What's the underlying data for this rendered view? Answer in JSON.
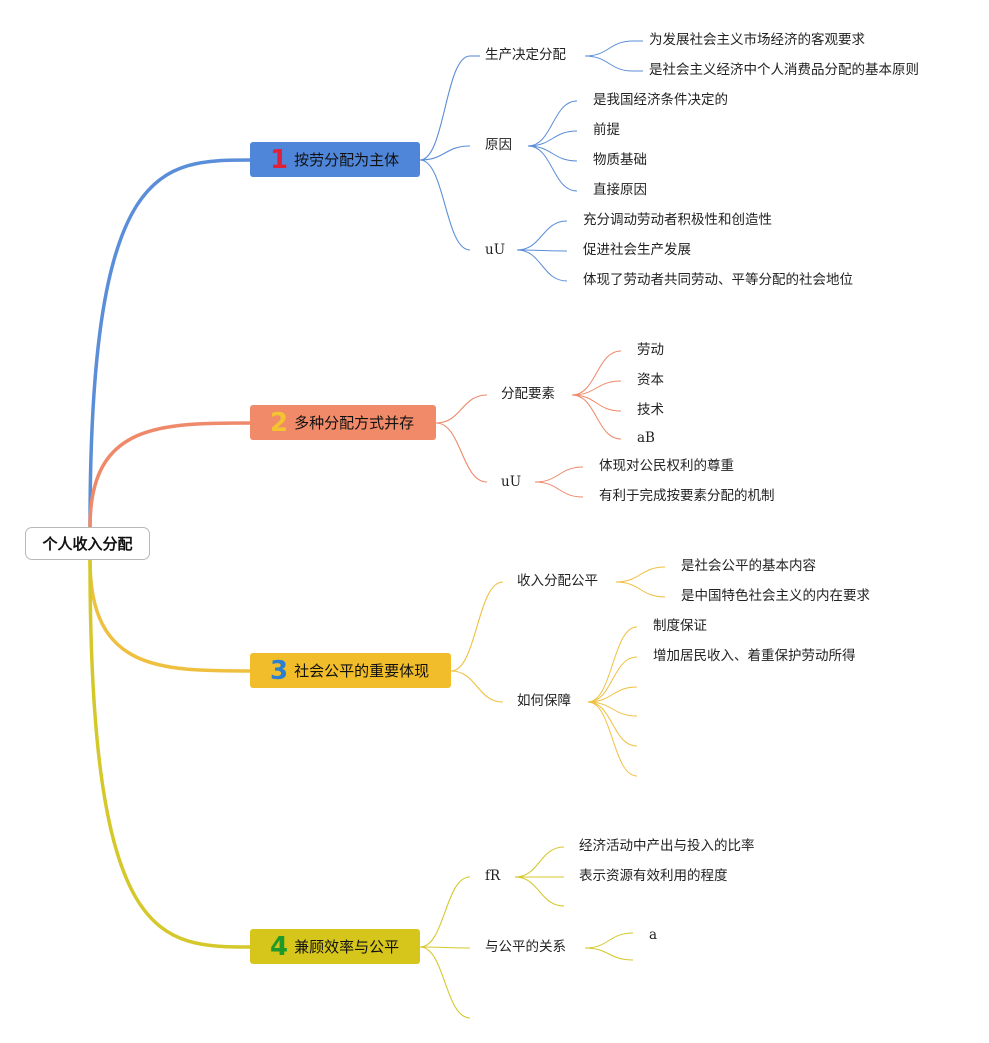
{
  "root": "个人收入分配",
  "branches": [
    {
      "num": "1",
      "num_color": "#e0203a",
      "color": "#5b8ed8",
      "box_color": "#4f86d9",
      "title": "按劳分配为主体",
      "subs": [
        {
          "label": "生产决定分配",
          "leaves": [
            "为发展社会主义市场经济的客观要求",
            "是社会主义经济中个人消费品分配的基本原则"
          ]
        },
        {
          "label": "原因",
          "leaves": [
            "是我国经济条件决定的",
            "前提",
            "物质基础",
            "直接原因"
          ]
        },
        {
          "label": "uU",
          "leaves": [
            "充分调动劳动者积极性和创造性",
            "促进社会生产发展",
            "体现了劳动者共同劳动、平等分配的社会地位"
          ]
        }
      ]
    },
    {
      "num": "2",
      "num_color": "#f4c430",
      "color": "#ee8a6a",
      "box_color": "#f08a68",
      "title": "多种分配方式并存",
      "subs": [
        {
          "label": "分配要素",
          "leaves": [
            "劳动",
            "资本",
            "技术",
            "aB"
          ]
        },
        {
          "label": "uU",
          "leaves": [
            "体现对公民权利的尊重",
            "有利于完成按要素分配的机制"
          ]
        }
      ]
    },
    {
      "num": "3",
      "num_color": "#2a7fd0",
      "color": "#efc040",
      "box_color": "#f2bd2a",
      "title": "社会公平的重要体现",
      "subs": [
        {
          "label": "收入分配公平",
          "leaves": [
            "是社会公平的基本内容",
            "是中国特色社会主义的内在要求"
          ]
        },
        {
          "label": "如何保障",
          "leaves": [
            "制度保证",
            "增加居民收入、着重保护劳动所得",
            "",
            "",
            "",
            ""
          ]
        }
      ]
    },
    {
      "num": "4",
      "num_color": "#1f9a2a",
      "color": "#d4c82a",
      "box_color": "#d6c61c",
      "title": "兼顾效率与公平",
      "subs": [
        {
          "label": "fR",
          "leaves": [
            "经济活动中产出与投入的比率",
            "表示资源有效利用的程度",
            ""
          ]
        },
        {
          "label": "与公平的关系",
          "leaves": [
            "a",
            ""
          ]
        },
        {
          "label": "",
          "leaves": []
        }
      ]
    }
  ]
}
